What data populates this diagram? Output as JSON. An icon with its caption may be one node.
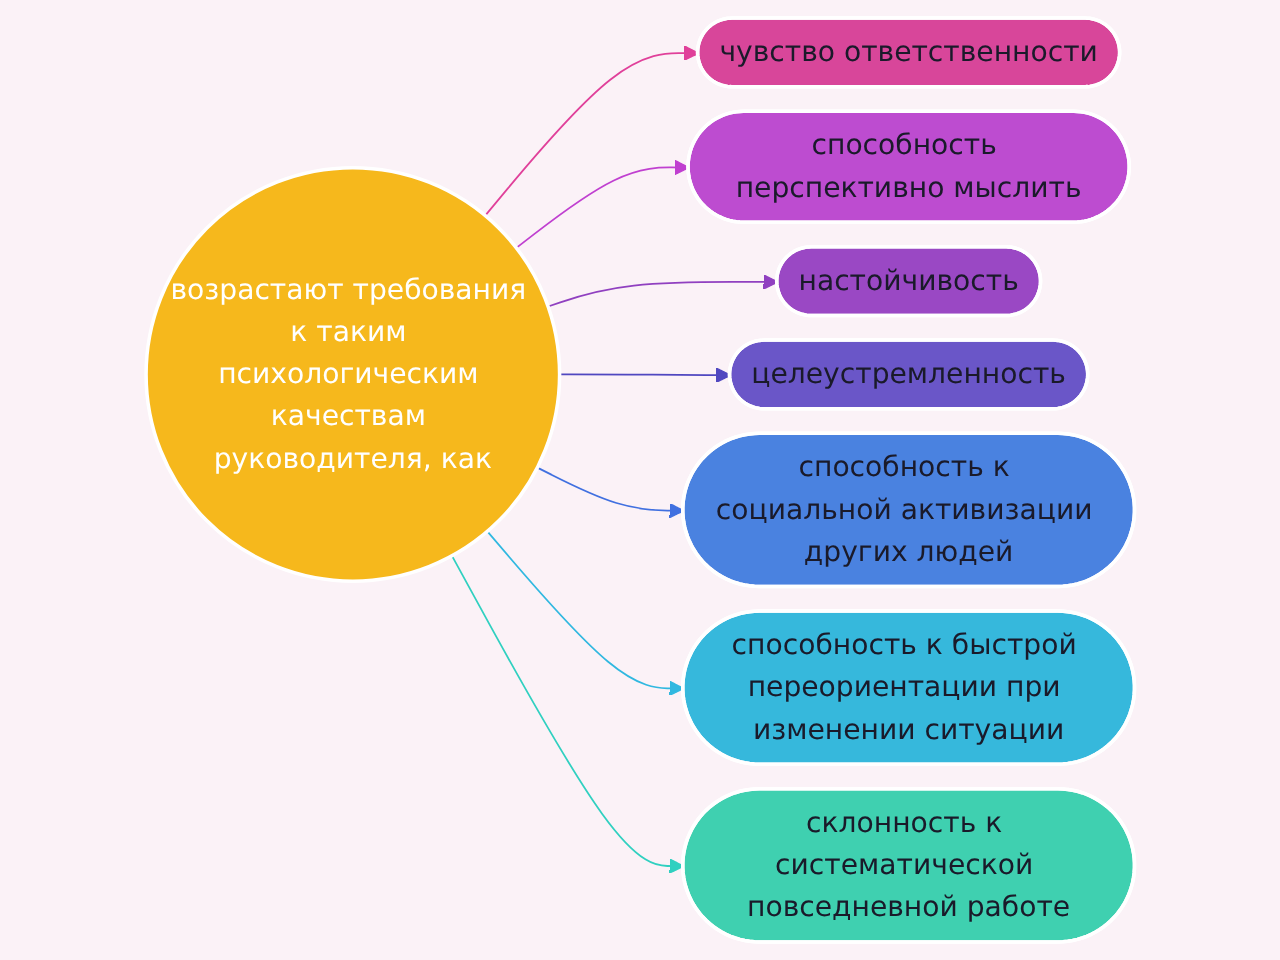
{
  "diagram": {
    "nodes": [
      {
        "text": [
          "возрастают требования к таким психологическим качествам руководителя, как"
        ]
      },
      {
        "text": [
          "чувство ответственности"
        ]
      },
      {
        "text": [
          "способность перспективно мыслить"
        ]
      },
      {
        "text": [
          "настойчивость"
        ]
      },
      {
        "text": [
          "целеустремленность"
        ]
      },
      {
        "text": [
          "способность к социальной активизации других людей"
        ]
      },
      {
        "text": [
          "способность к быстрой переориентации при изменении ситуации"
        ]
      },
      {
        "text": [
          "склонность к систематической повседневной работе"
        ]
      }
    ],
    "edges": [
      {
        "from": 0,
        "to": 1,
        "arrow": "to",
        "color": "#e0409a"
      },
      {
        "from": 0,
        "to": 2,
        "arrow": "to",
        "color": "#c040d0"
      },
      {
        "from": 0,
        "to": 3,
        "arrow": "to",
        "color": "#9040c0"
      },
      {
        "from": 0,
        "to": 4,
        "arrow": "to",
        "color": "#5048c0"
      },
      {
        "from": 0,
        "to": 5,
        "arrow": "to",
        "color": "#4070e0"
      },
      {
        "from": 0,
        "to": 6,
        "arrow": "to",
        "color": "#30b8e0"
      },
      {
        "from": 0,
        "to": 7,
        "arrow": "to",
        "color": "#30d0c0"
      }
    ]
  }
}
